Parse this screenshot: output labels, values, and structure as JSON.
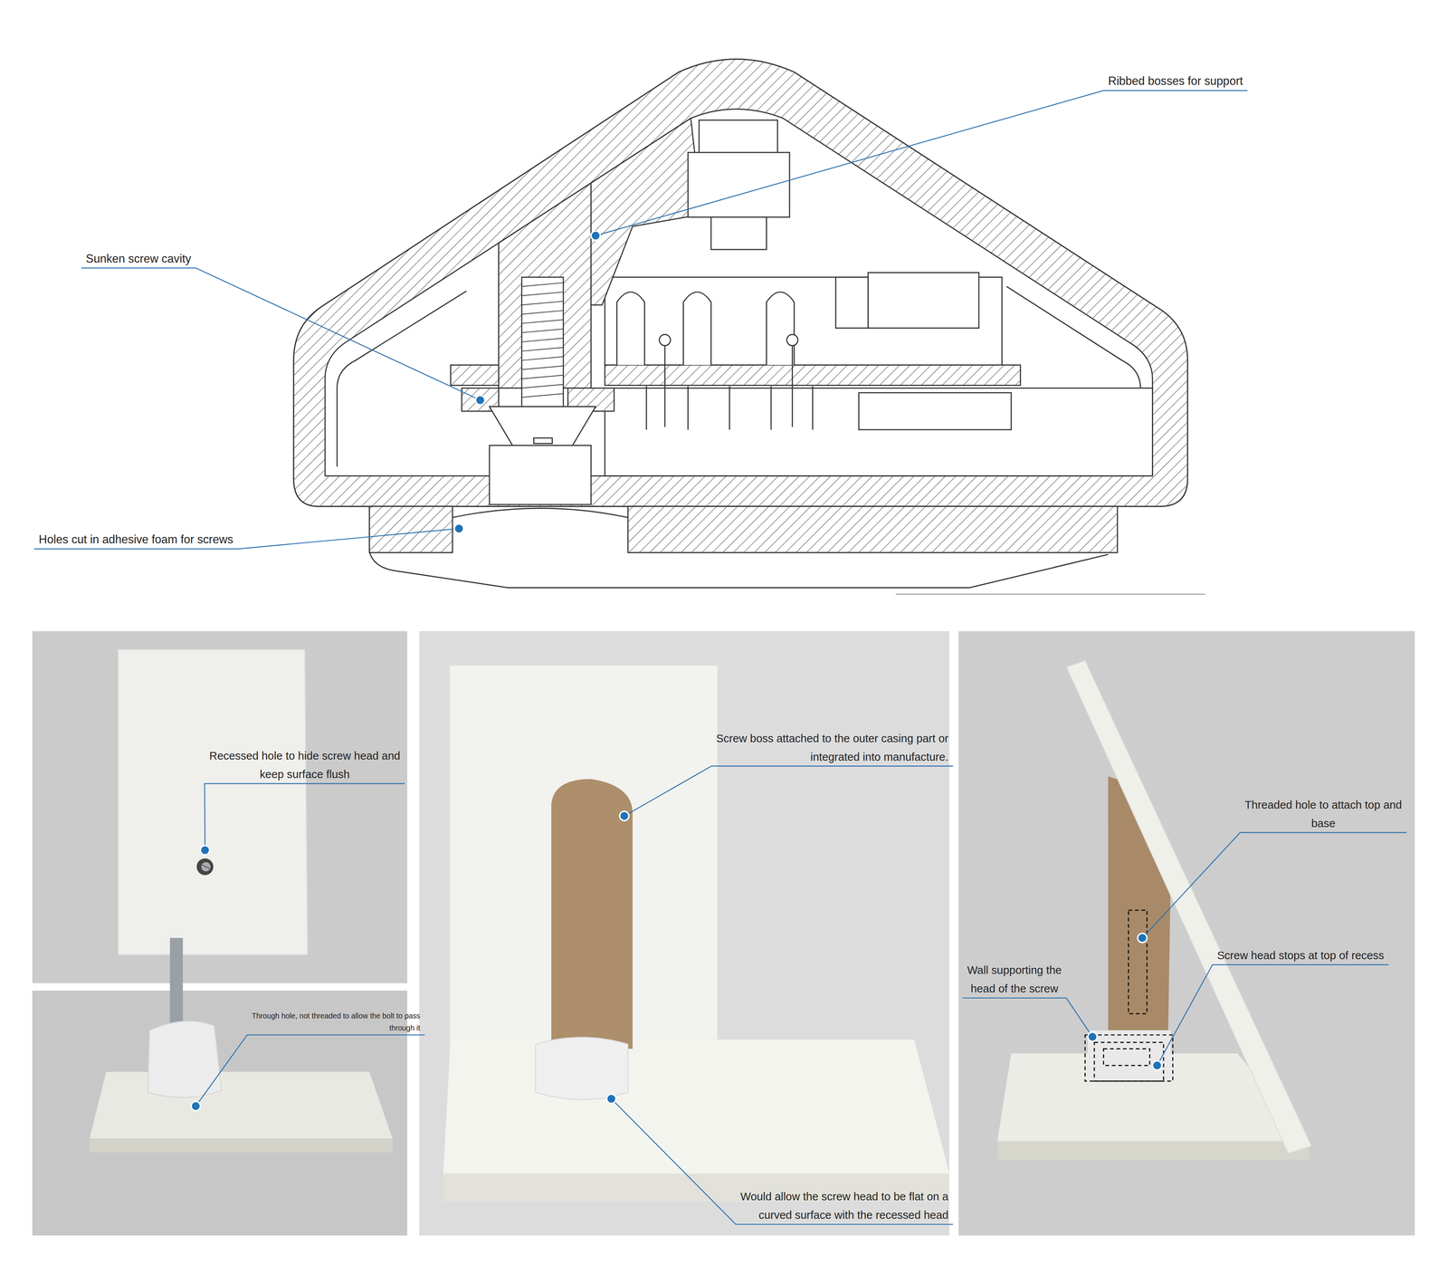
{
  "diagram": {
    "labels": [
      "Ribbed bosses for support",
      "Sunken screw cavity",
      "Holes cut in adhesive foam for screws",
      "Recessed hole to hide screw head and keep surface flush",
      "Through hole, not threaded to allow the bolt to pass through it",
      "Screw boss attached to the outer casing part or integrated into manufacture.",
      "Would allow the screw head to be flat on a curved surface with the recessed head",
      "Threaded hole to attach top and base",
      "Screw head stops at top of recess",
      "Wall supporting the head of the screw"
    ]
  }
}
